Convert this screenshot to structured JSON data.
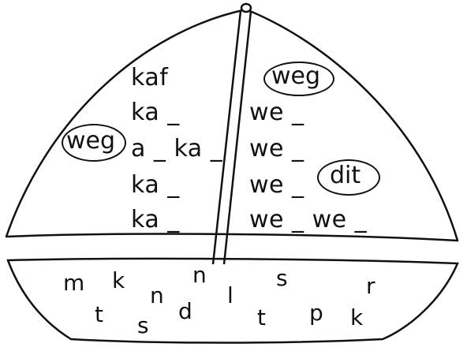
{
  "sail": {
    "left_column": [
      "kaf",
      "ka _",
      "a _ ka _",
      "ka _",
      "ka _"
    ],
    "right_column": [
      "weg",
      "we _",
      "we _",
      "we _",
      "we _ we _"
    ]
  },
  "circled_words": {
    "top_right": "weg",
    "left_outside": "weg",
    "right_outside": "dit"
  },
  "hull_letters": [
    "m",
    "k",
    "n",
    "s",
    "r",
    "n",
    "l",
    "t",
    "d",
    "s",
    "t",
    "p",
    "k"
  ],
  "colors": {
    "ink": "#111111",
    "background": "#ffffff"
  }
}
